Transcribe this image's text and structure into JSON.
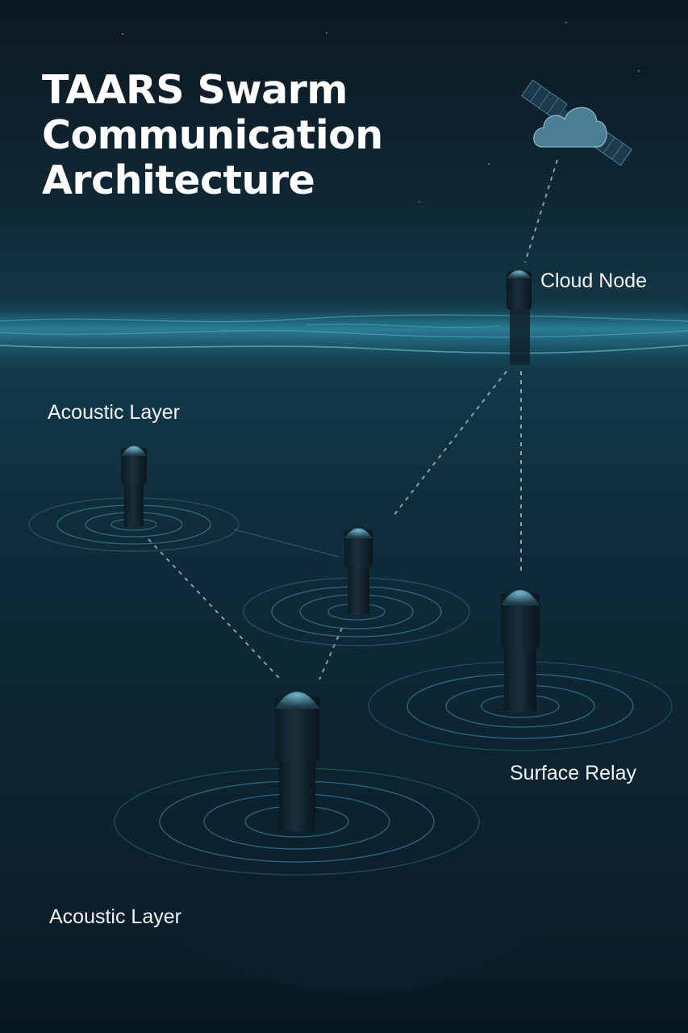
{
  "title": {
    "line1": "TAARS Swarm",
    "line2": "Communication",
    "line3": "Architecture"
  },
  "labels": {
    "cloud_node": "Cloud Node",
    "acoustic_layer_upper": "Acoustic Layer",
    "surface_relay": "Surface Relay",
    "acoustic_layer_lower": "Acoustic Layer"
  },
  "icons": {
    "satellite": "satellite-icon",
    "cloud": "cloud-icon",
    "buoy": "buoy-node"
  },
  "colors": {
    "background_top": "#0c1822",
    "water_surface": "#2f8aa3",
    "deep_water": "#0a1c27",
    "ripple": "#3c7e96",
    "link": "#9ec3d0",
    "text": "#ffffff"
  }
}
